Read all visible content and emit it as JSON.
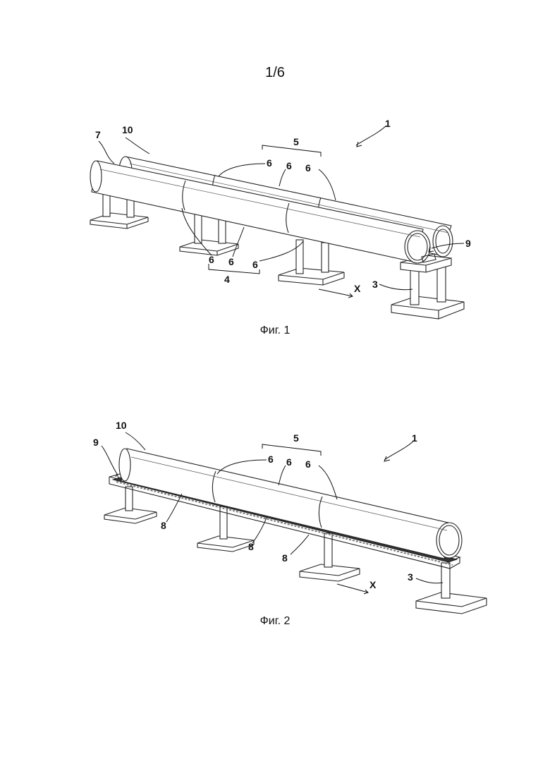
{
  "sheet": {
    "page_number": "1/6"
  },
  "figure1": {
    "caption": "Фиг. 1",
    "refs": {
      "assembly": "1",
      "support": "3",
      "lower_group": "4",
      "upper_group": "5",
      "segment": "6",
      "front_pipe": "7",
      "rail": "9",
      "rear_pipe": "10",
      "axis": "X"
    }
  },
  "figure2": {
    "caption": "Фиг. 2",
    "refs": {
      "assembly": "1",
      "support": "3",
      "upper_group": "5",
      "segment": "6",
      "track": "8",
      "rail": "9",
      "pipe": "10",
      "axis": "X"
    }
  }
}
